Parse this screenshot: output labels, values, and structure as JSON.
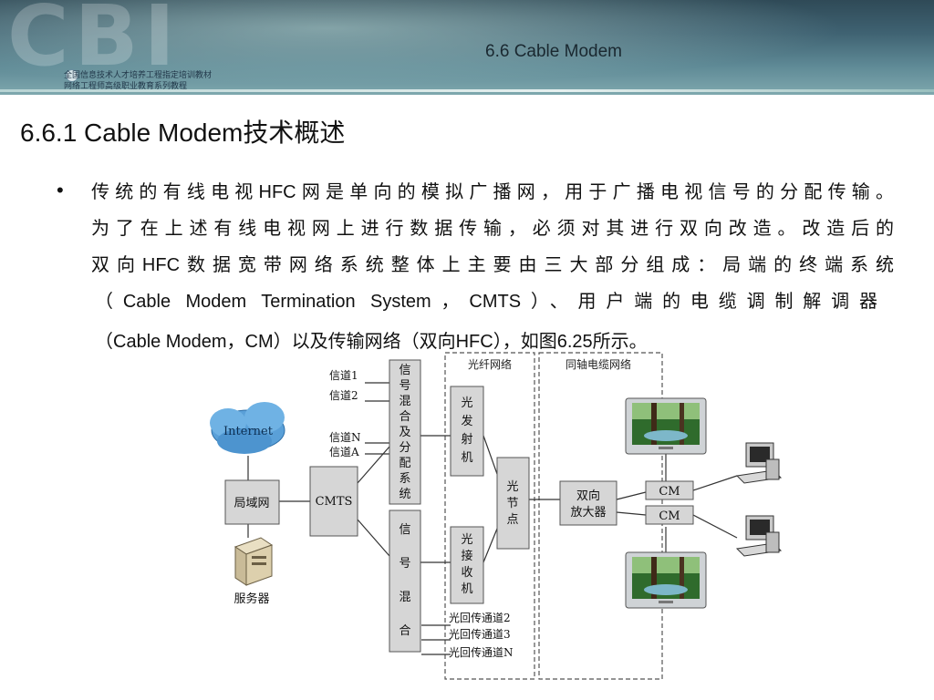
{
  "header": {
    "banner_letters": "CBI",
    "subtitle_line1": "全国信息技术人才培养工程指定培训教材",
    "subtitle_line2": "网络工程师高级职业教育系列教程",
    "slide_label": "6.6 Cable Modem",
    "accent_color": "#3f6272"
  },
  "title": "6.6.1 Cable Modem技术概述",
  "body": {
    "bullet": "•",
    "lines": [
      "传统的有线电视HFC网是单向的模拟广播网，用于广播电视信号的分配传输。",
      "为了在上述有线电视网上进行数据传输，必须对其进行双向改造。改造后的",
      "双向HFC数据宽带网络系统整体上主要由三大部分组成：局端的终端系统",
      "（Cable Modem Termination System，CMTS）、用户端的电缆调制解调器",
      "（Cable Modem，CM）以及传输网络（双向HFC），如图6.25所示。"
    ]
  },
  "diagram": {
    "internet": "Internet",
    "lan": "局域网",
    "server": "服务器",
    "cmts": "CMTS",
    "channel_1": "信道1",
    "channel_2": "信道2",
    "channel_n": "信道N",
    "channel_a": "信道A",
    "mixer_dist": [
      "信",
      "号",
      "混",
      "合",
      "及",
      "分",
      "配",
      "系",
      "统"
    ],
    "mixer": [
      "信",
      "号",
      "混",
      "合"
    ],
    "optical_tx": [
      "光",
      "发",
      "射",
      "机"
    ],
    "optical_rx": [
      "光",
      "接",
      "收",
      "机"
    ],
    "optical_node": [
      "光",
      "节",
      "点"
    ],
    "return_2": "光回传通道2",
    "return_3": "光回传通道3",
    "return_n": "光回传通道N",
    "fiber_network": "光纤网络",
    "coax_network": "同轴电缆网络",
    "amplifier_line1": "双向",
    "amplifier_line2": "放大器",
    "cm_1": "CM",
    "cm_2": "CM"
  }
}
